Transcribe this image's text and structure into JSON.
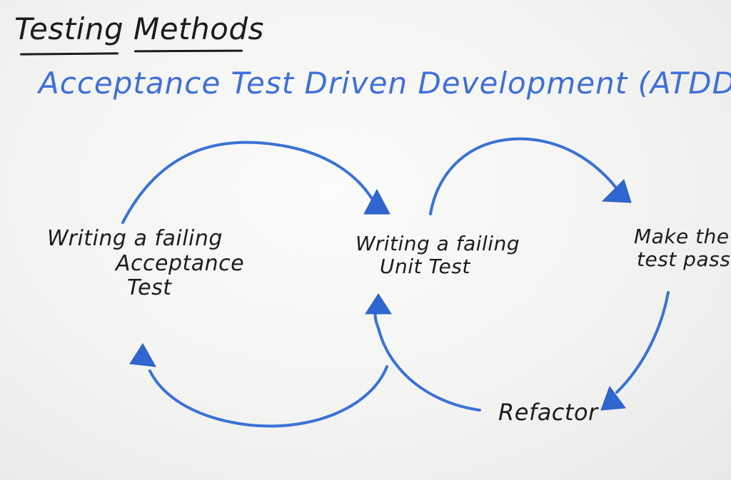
{
  "title": "Testing Methods",
  "subtitle": "Acceptance Test Driven Development (ATDD)",
  "nodes": {
    "acceptance": {
      "line1": "Writing a failing",
      "line2": "Acceptance",
      "line3": "Test"
    },
    "unit": {
      "line1": "Writing a failing",
      "line2": "Unit Test"
    },
    "pass": {
      "line1": "Make the",
      "line2": "test pass"
    },
    "refactor": {
      "label": "Refactor"
    }
  },
  "colors": {
    "marker_black": "#1c1c1c",
    "marker_blue": "#3a72d6",
    "board": "#f3f3f1"
  }
}
